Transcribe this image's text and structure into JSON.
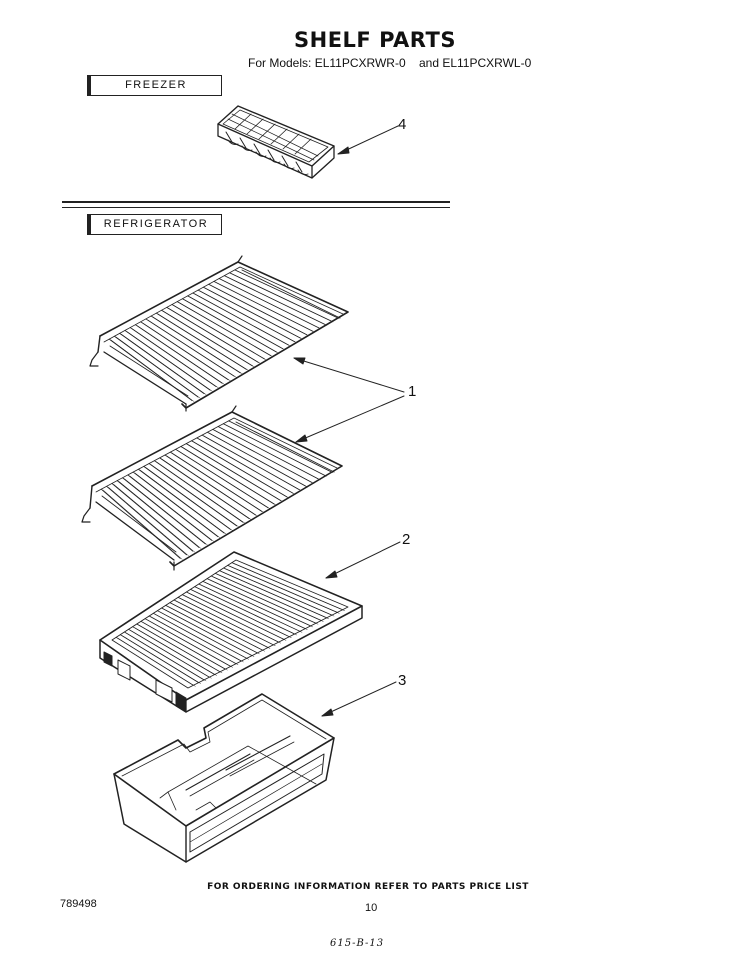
{
  "header": {
    "title": "SHELF PARTS",
    "models_prefix": "For Models:",
    "model_1": "EL11PCXRWR-0",
    "model_joiner": "and",
    "model_2": "EL11PCXRWL-0"
  },
  "sections": {
    "freezer": "FREEZER",
    "refrigerator": "REFRIGERATOR"
  },
  "callouts": {
    "ice_tray": "4",
    "wire_shelves": "1",
    "crisper_cover": "2",
    "crisper_pan": "3"
  },
  "footer": {
    "note": "FOR ORDERING INFORMATION REFER TO PARTS PRICE LIST",
    "doc_number": "789498",
    "page_number": "10",
    "handwritten": "615-B-13"
  }
}
